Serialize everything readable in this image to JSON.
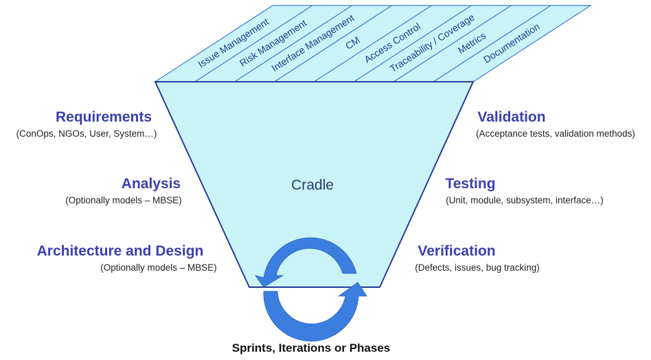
{
  "center_label": "Cradle",
  "caption": "Sprints, Iterations or Phases",
  "bands": [
    "Issue Management",
    "Risk Management",
    "Interface Management",
    "CM",
    "Access Control",
    "Traceability / Coverage",
    "Metrics",
    "Documentation"
  ],
  "left_phases": [
    {
      "title": "Requirements",
      "detail": "(ConOps, NGOs, User, System…)"
    },
    {
      "title": "Analysis",
      "detail": "(Optionally models – MBSE)"
    },
    {
      "title": "Architecture and Design",
      "detail": "(Optionally models – MBSE)"
    }
  ],
  "right_phases": [
    {
      "title": "Validation",
      "detail": "(Acceptance tests, validation methods)"
    },
    {
      "title": "Testing",
      "detail": "(Unit, module, subsystem, interface…)"
    },
    {
      "title": "Verification",
      "detail": "(Defects, issues, bug tracking)"
    }
  ],
  "colors": {
    "funnel_fill": "#c9f3f6",
    "funnel_stroke": "#2a3a9c",
    "heading": "#3a3fb0",
    "cycle_arrow": "#3a7fe0"
  }
}
